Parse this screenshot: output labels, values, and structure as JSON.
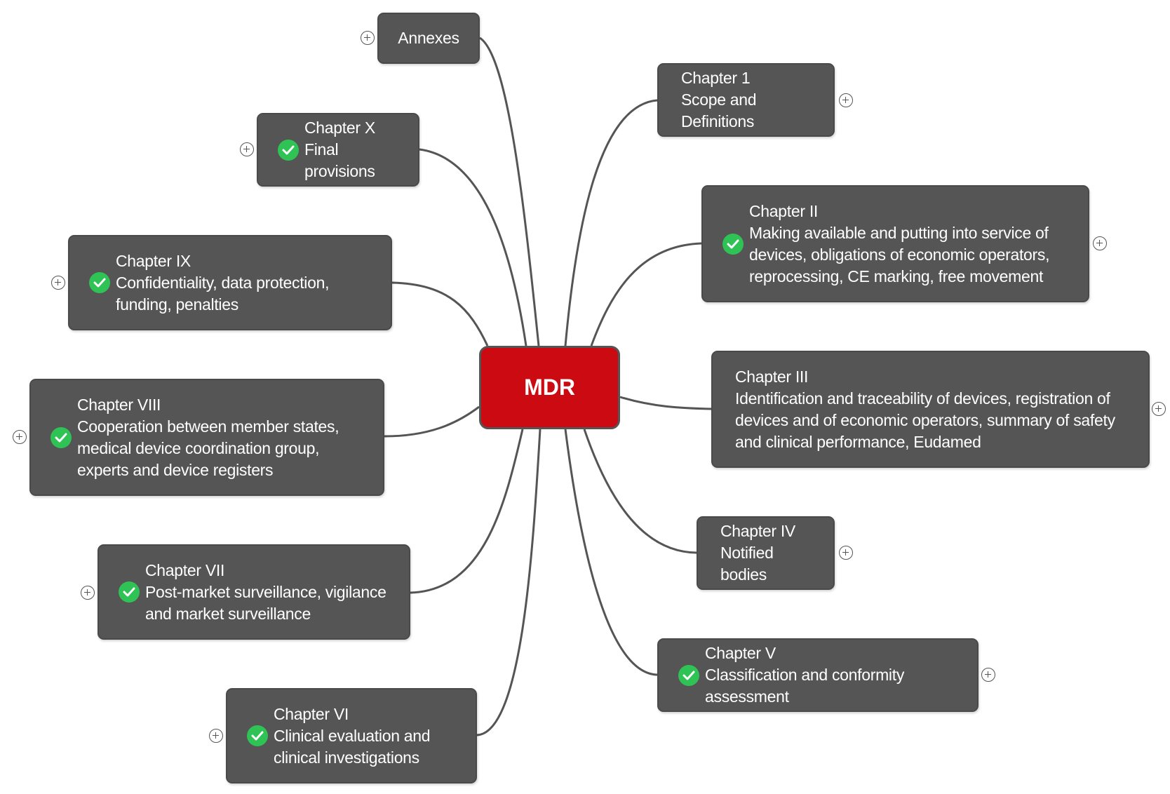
{
  "center": {
    "label": "MDR",
    "color": "#cc0a12"
  },
  "colors": {
    "node_bg": "#555555",
    "connector": "#555555",
    "check": "#2fc255"
  },
  "nodes": {
    "annexes": {
      "title": "Annexes",
      "desc": "",
      "checked": false
    },
    "ch1": {
      "title": "Chapter 1",
      "desc": "Scope and Definitions",
      "checked": false
    },
    "ch2": {
      "title": "Chapter II",
      "desc": "Making available and putting into service of devices, obligations of economic operators, reprocessing, CE marking, free movement",
      "checked": true
    },
    "ch3": {
      "title": "Chapter III",
      "desc": "Identification and traceability of devices, registration of devices and of economic operators, summary of safety and clinical performance, Eudamed",
      "checked": false
    },
    "ch4": {
      "title": "Chapter IV",
      "desc": "Notified bodies",
      "checked": false
    },
    "ch5": {
      "title": "Chapter V",
      "desc": "Classification and conformity assessment",
      "checked": true
    },
    "ch6": {
      "title": "Chapter VI",
      "desc": "Clinical evaluation and clinical investigations",
      "checked": true
    },
    "ch7": {
      "title": "Chapter VII",
      "desc": "Post-market surveillance, vigilance and market surveillance",
      "checked": true
    },
    "ch8": {
      "title": "Chapter VIII",
      "desc": "Cooperation between member states, medical device coordination group, experts and device registers",
      "checked": true
    },
    "ch9": {
      "title": "Chapter IX",
      "desc": "Confidentiality, data protection, funding, penalties",
      "checked": true
    },
    "ch10": {
      "title": "Chapter X",
      "desc": "Final provisions",
      "checked": true
    }
  }
}
